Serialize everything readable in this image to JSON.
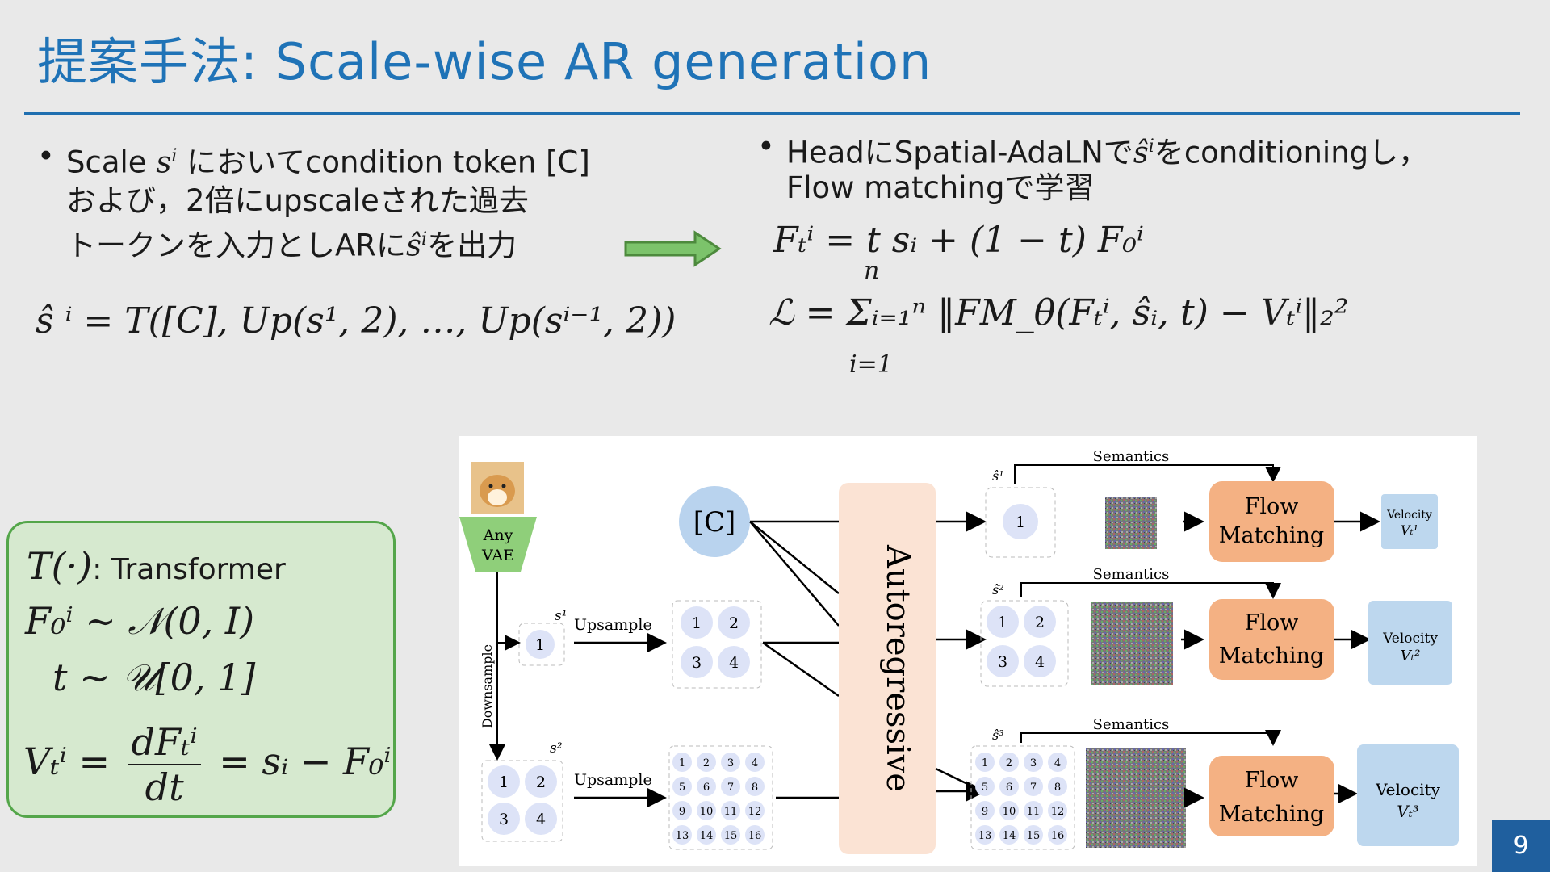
{
  "slide": {
    "title": "提案手法: Scale-wise AR generation",
    "page_number": "9",
    "colors": {
      "title": "#1f73b7",
      "rule": "#1f6fb0",
      "box_fill": "#d6e9cf",
      "box_border": "#54a64a",
      "arrow": "#7cc36b",
      "page_badge": "#1f5f9e"
    }
  },
  "left_bullet": {
    "marker": "•",
    "line1_pre": "Scale ",
    "line1_var": "s",
    "line1_sup": "i",
    "line1_post": " においてcondition token [C]",
    "line2": "および，2倍にupscaleされた過去",
    "line3_pre": "トークンを入力としARに",
    "line3_var": "ŝ",
    "line3_sup": "i",
    "line3_post": "を出力"
  },
  "right_bullet": {
    "marker": "•",
    "line1_pre": "HeadにSpatial-AdaLNで",
    "line1_var": "ŝ",
    "line1_sup": "i",
    "line1_post": "をconditioningし，",
    "line2": "Flow matchingで学習"
  },
  "equations": {
    "transformer": "ŝ ⁱ = T([C], Up(s¹, 2), …, Up(sⁱ⁻¹, 2))",
    "interp": "Fₜⁱ = t sᵢ + (1 − t) F₀ⁱ",
    "loss": "ℒ = Σᵢ₌₁ⁿ ‖FM_θ(Fₜⁱ, ŝᵢ, t) − Vₜⁱ‖₂²",
    "sum_top": "n",
    "sum_bottom": "i=1"
  },
  "definitions": {
    "t_label": "T(·)",
    "t_desc": ": Transformer",
    "f0": "F₀ⁱ ∼ 𝒩(0, I)",
    "t_dist": "t ∼ 𝒰[0, 1]",
    "velocity_lhs": "Vₜⁱ =",
    "velocity_num": "dFₜⁱ",
    "velocity_den": "dt",
    "velocity_rhs": "= sᵢ − F₀ⁱ"
  },
  "figure": {
    "vae_label_1": "Any",
    "vae_label_2": "VAE",
    "downsample": "Downsample",
    "upsample": "Upsample",
    "condition_token": "[C]",
    "autoregressive": "Autoregressive",
    "semantics": "Semantics",
    "flow_1": "Flow",
    "flow_2": "Matching",
    "velocity": "Velocity",
    "scale_1": "s¹",
    "scale_2": "s²",
    "pred_1": "ŝ¹",
    "pred_2": "ŝ²",
    "pred_3": "ŝ³",
    "vel_1": "Vₜ¹",
    "vel_2": "Vₜ²",
    "vel_3": "Vₜ³",
    "colors": {
      "token": "#dde3f7",
      "token_c": "#b9d3ee",
      "ar_block": "#fbe3d4",
      "flow_box": "#f4b183",
      "velocity_box": "#bdd7ee",
      "vae": "#8fcf7a"
    }
  }
}
